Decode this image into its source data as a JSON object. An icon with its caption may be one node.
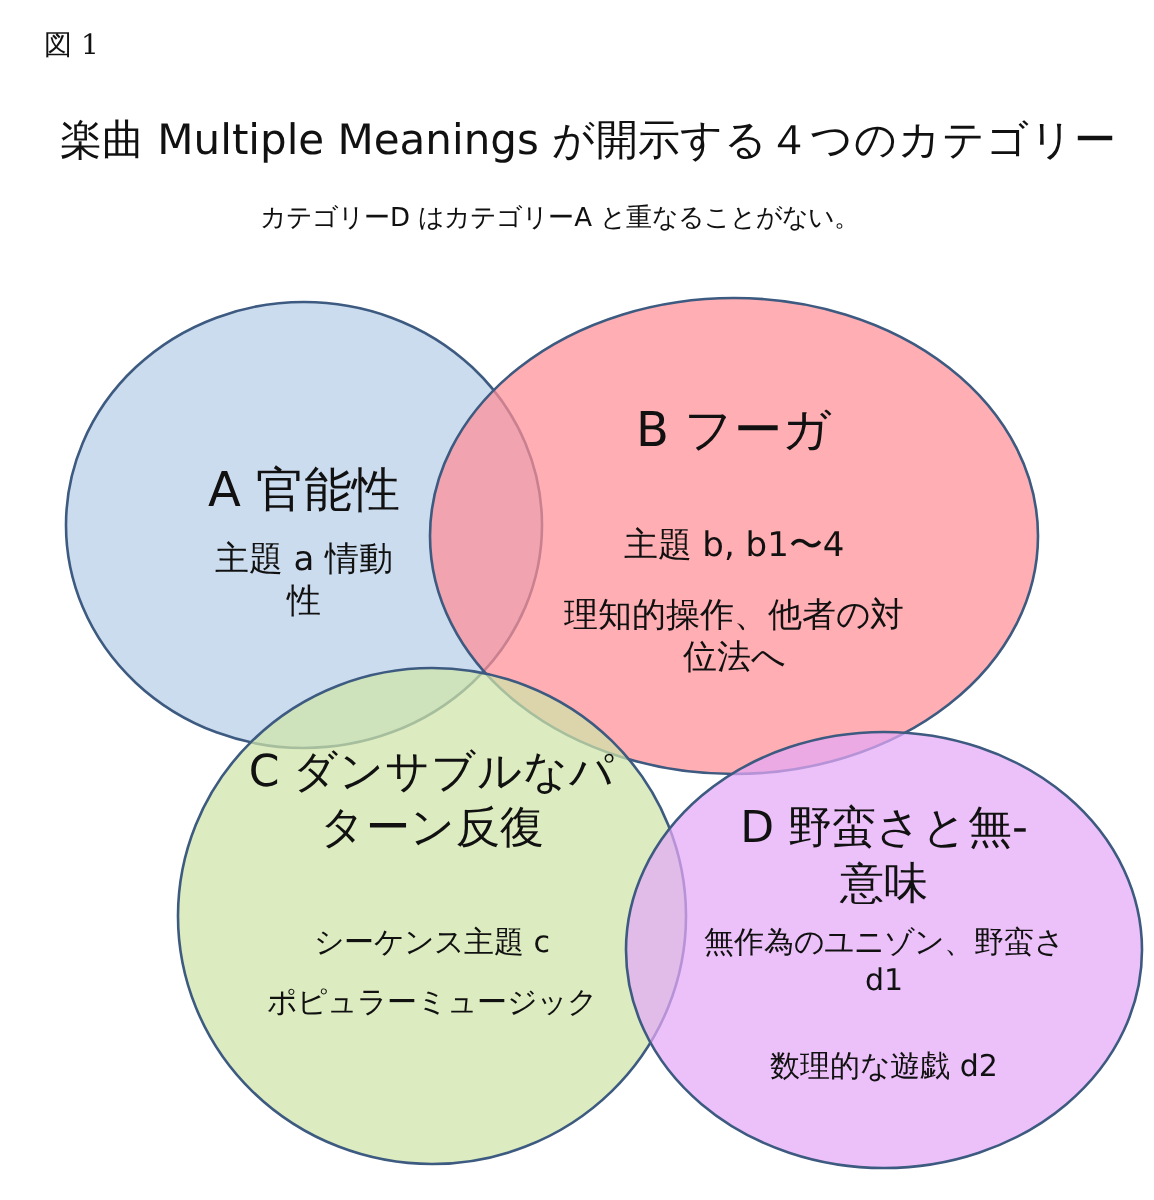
{
  "diagram": {
    "title": "楽曲 Multiple Meanings が開示する４つのカテゴリー",
    "nodes": [
      {
        "text": [
          "A 官能性",
          "主題 a 情動性"
        ]
      },
      {
        "text": [
          "B フーガ",
          "主題 b, b1〜4",
          "理知的操作、他者の対位法へ"
        ]
      },
      {
        "text": [
          "C ダンサブルなパターン反復",
          "シーケンス主題 c",
          "ポピュラーミュージック"
        ]
      },
      {
        "text": [
          "D 野蛮さと無-意味",
          "無作為のユニゾン、野蛮さ d1",
          "数理的な遊戯 d2"
        ]
      }
    ],
    "edges": [],
    "labels": [
      "図 1",
      "カテゴリーD はカテゴリーA と重なることがない。"
    ]
  }
}
